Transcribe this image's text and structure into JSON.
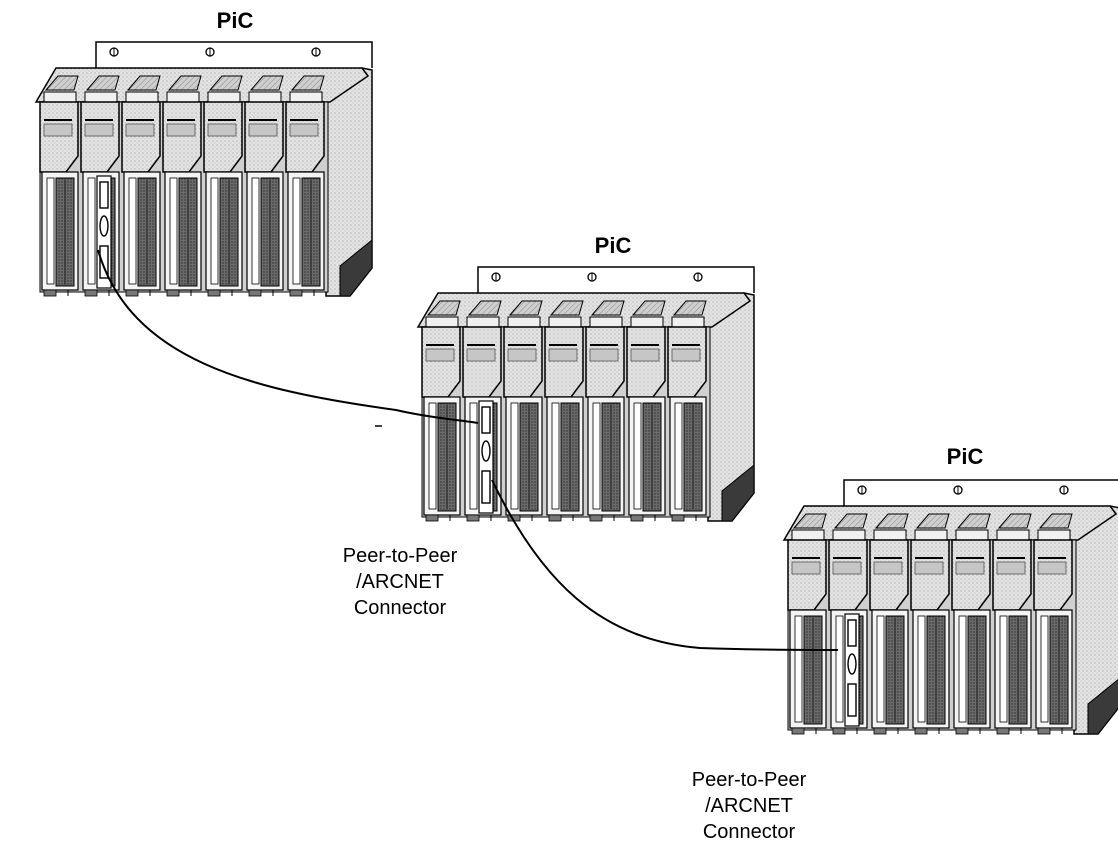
{
  "diagram": {
    "units": [
      {
        "title": "PiC"
      },
      {
        "title": "PiC"
      },
      {
        "title": "PiC"
      }
    ],
    "captions": [
      {
        "lines": [
          "Peer-to-Peer",
          "/ARCNET",
          "Connector"
        ]
      },
      {
        "lines": [
          "Peer-to-Peer",
          "/ARCNET",
          "Connector"
        ]
      }
    ]
  },
  "colors": {
    "ink": "#000000",
    "panel_light": "#e2e2e2",
    "panel_mid": "#b9b9b9",
    "panel_dark": "#5a5a5a",
    "slot_dark": "#3a3a3a"
  }
}
